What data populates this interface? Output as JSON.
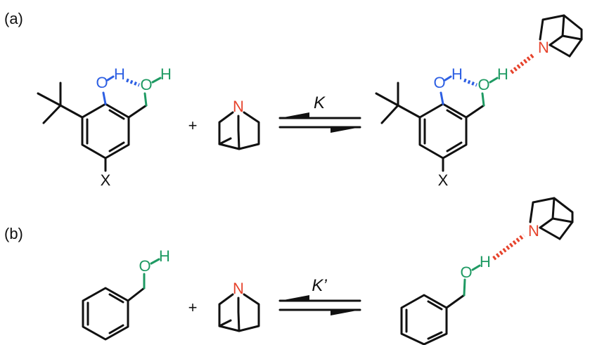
{
  "panels": {
    "a": {
      "label": "(a)",
      "equilibrium_constant": "K",
      "plus": "+",
      "reactant_phenol_atoms": {
        "o1": "O",
        "h1": "H",
        "o2": "O",
        "h2": "H",
        "x": "X"
      },
      "amine_atom": "N",
      "product_atoms": {
        "o1": "O",
        "h1": "H",
        "o2": "O",
        "h2": "H",
        "x": "X",
        "n": "N"
      }
    },
    "b": {
      "label": "(b)",
      "equilibrium_constant": "K’",
      "plus": "+",
      "reactant_alcohol_atoms": {
        "o": "O",
        "h": "H"
      },
      "amine_atom": "N",
      "product_atoms": {
        "o": "O",
        "h": "H",
        "n": "N"
      }
    }
  },
  "colors": {
    "phenol_oxygen": "#2d5fe3",
    "benzylic_hydroxyl": "#1f9a63",
    "amine_nitrogen": "#e6432c",
    "bonds": "#111111"
  }
}
